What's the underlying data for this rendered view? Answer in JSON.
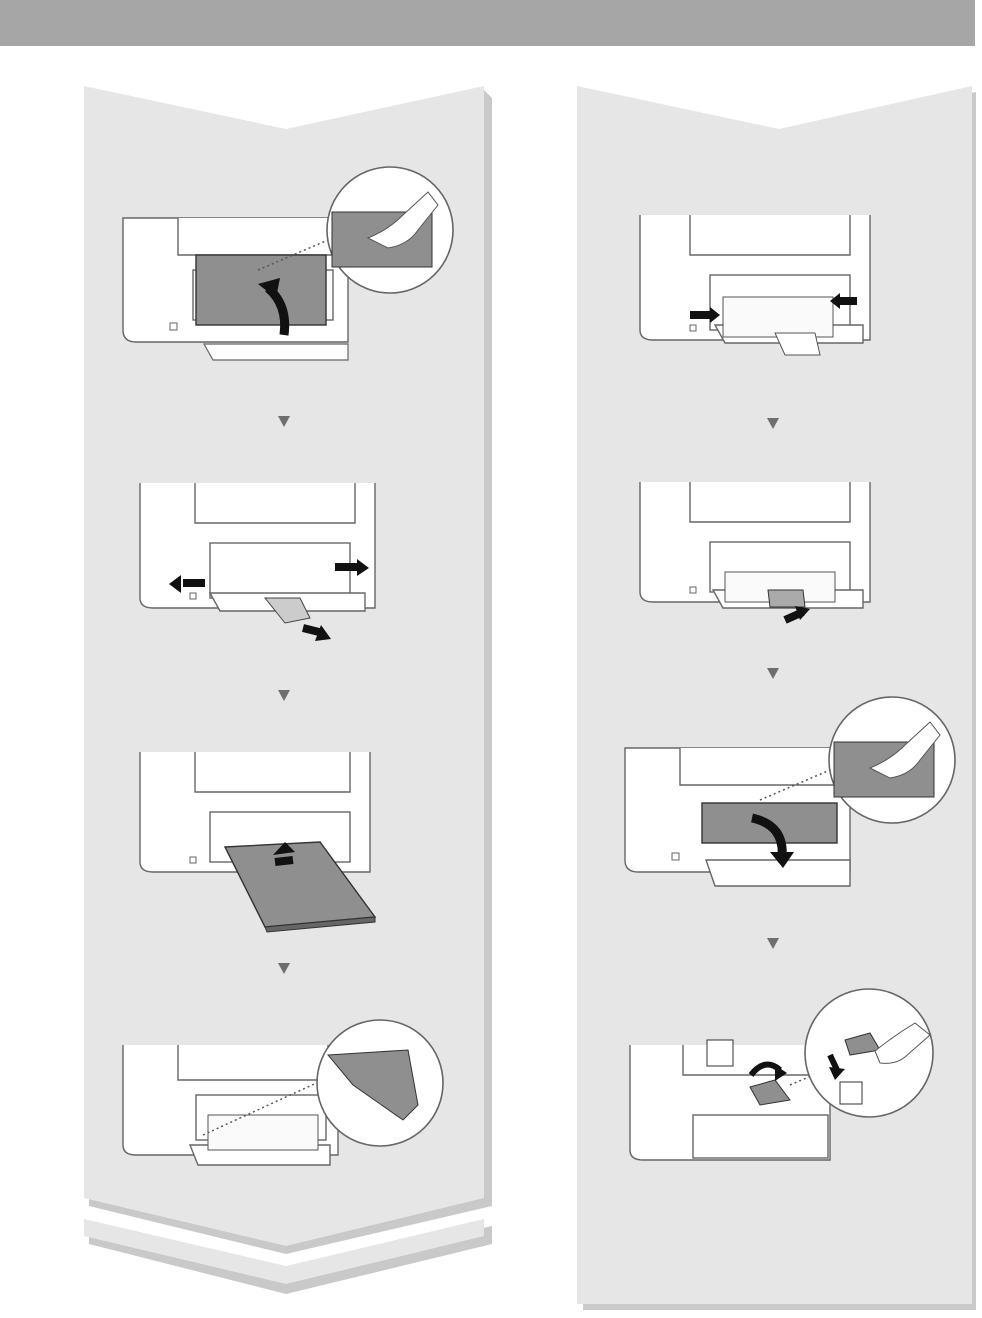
{
  "header": {
    "bar_color": "#a6a6a6"
  },
  "colors": {
    "panel": "#e6e6e6",
    "panel_shadow": "#c9c9c9",
    "line": "#555555",
    "dark": "#3a3a3a",
    "arrow": "#1a1a1a"
  },
  "left_column": {
    "steps": [
      {
        "icon": "open-cover-illustration"
      },
      {
        "icon": "spread-guides-illustration"
      },
      {
        "icon": "load-paper-illustration"
      },
      {
        "icon": "paper-guide-detail-illustration"
      }
    ]
  },
  "right_column": {
    "steps": [
      {
        "icon": "align-side-guides-illustration"
      },
      {
        "icon": "push-rear-guide-illustration"
      },
      {
        "icon": "close-cover-illustration"
      },
      {
        "icon": "replace-cover-illustration"
      }
    ]
  }
}
